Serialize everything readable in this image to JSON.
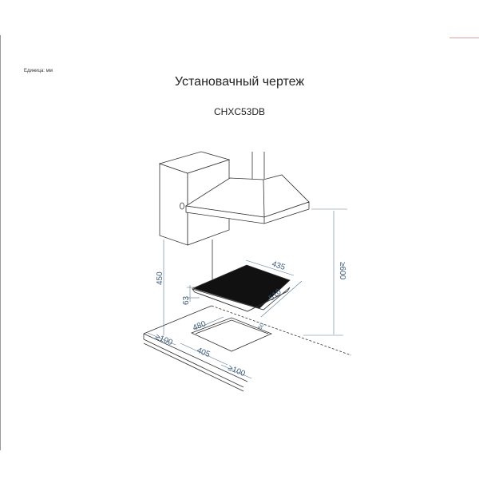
{
  "header": {
    "unit_label": "Единица: мм",
    "title": "Установачный чертеж",
    "model": "CHXC53DB"
  },
  "dimensions": {
    "hood_to_cabinet_bottom": "450",
    "hood_height_min": "≥600",
    "hob_width": "435",
    "hob_depth": "510",
    "hob_thickness": "63",
    "cutout_width": "480",
    "cutout_depth": "405",
    "side_clearance": "≥100",
    "front_clearance": "≥100",
    "back_clearance": "50"
  },
  "colors": {
    "lines": "#333333",
    "dimension": "#3c5a78",
    "hob_glass": "#111111"
  }
}
